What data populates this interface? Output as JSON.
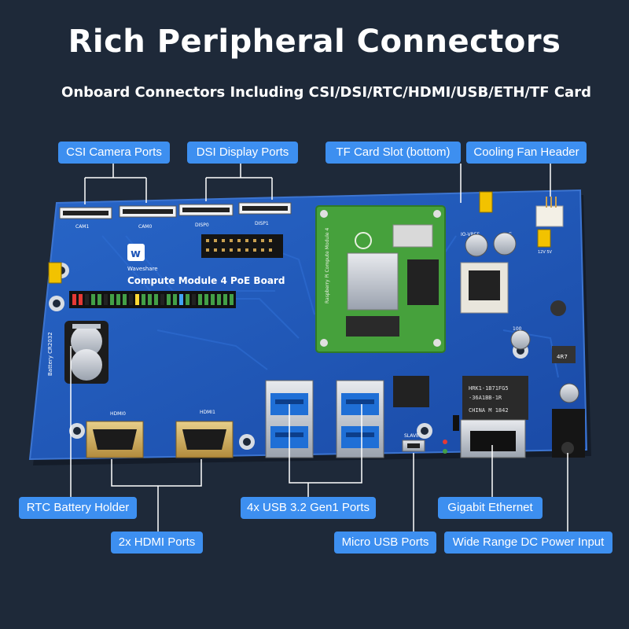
{
  "title": "Rich Peripheral Connectors",
  "subtitle": "Onboard Connectors Including CSI/DSI/RTC/HDMI/USB/ETH/TF Card",
  "callouts": {
    "csi": "CSI Camera Ports",
    "dsi": "DSI Display Ports",
    "tf": "TF Card Slot (bottom)",
    "fan": "Cooling Fan Header",
    "rtc": "RTC Battery Holder",
    "hdmi": "2x HDMI Ports",
    "usb3": "4x USB 3.2 Gen1 Ports",
    "micro_usb": "Micro USB Ports",
    "eth": "Gigabit Ethernet",
    "dc": "Wide Range DC Power Input"
  },
  "board": {
    "name": "Compute Module 4 PoE Board",
    "brand": "Waveshare",
    "cm4_label": "Raspberry Pi Compute Module 4",
    "battery_label": "Battery CR2032",
    "cam1": "CAM1",
    "cam0": "CAM0",
    "disp0": "DISP0",
    "disp1": "DISP1",
    "hdmi0": "HDMI0",
    "hdmi1": "HDMI1",
    "slave": "SLAVE",
    "io_vref": "IO-VREF",
    "poe": "PoE",
    "fan_volt": "12V 5V",
    "eth_text_1": "HRK1-1B71FG5",
    "eth_text_2": "-36A1BB-1R",
    "eth_text_3": "CHINA M 1842",
    "inductor": "4R7",
    "cap_label": "100"
  },
  "colors": {
    "background": "#1e2939",
    "accent": "#3d8ff0",
    "board": "#1f56b8"
  }
}
